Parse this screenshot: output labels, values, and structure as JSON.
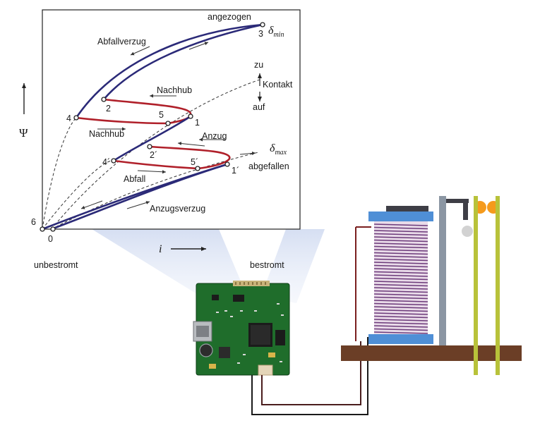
{
  "labels": {
    "angezogen": "angezogen",
    "delta_min_sym": "δ",
    "delta_min_sub": "min",
    "delta_max_sym": "δ",
    "delta_max_sub": "max",
    "abfallverzug": "Abfallverzug",
    "nachhub_top": "Nachhub",
    "nachhub_left": "Nachhub",
    "anzug": "Anzug",
    "abfall": "Abfall",
    "anzugsverzug": "Anzugsverzug",
    "abgefallen": "abgefallen",
    "zu": "zu",
    "kontakt": "Kontakt",
    "auf": "auf",
    "psi": "Ψ",
    "i": "i",
    "unbestromt": "unbestromt",
    "bestromt": "bestromt"
  },
  "points": {
    "p0": "0",
    "p1": "1",
    "p1p": "1´",
    "p2": "2",
    "p2p": "2´",
    "p3": "3",
    "p4": "4",
    "p4p": "4´",
    "p5": "5",
    "p5p": "5´",
    "p6": "6"
  },
  "colors": {
    "blue_curve": "#2b2a78",
    "red_curve": "#b0202a",
    "dashed": "#333333",
    "frame": "#222222",
    "coil": "#6c3a7a",
    "coil_flange": "#4f8fd6",
    "core": "#8b96a3",
    "base": "#6b3e26",
    "spring": "#b8c23a",
    "contact": "#f59a1c",
    "pcb": "#1f6d2b"
  }
}
